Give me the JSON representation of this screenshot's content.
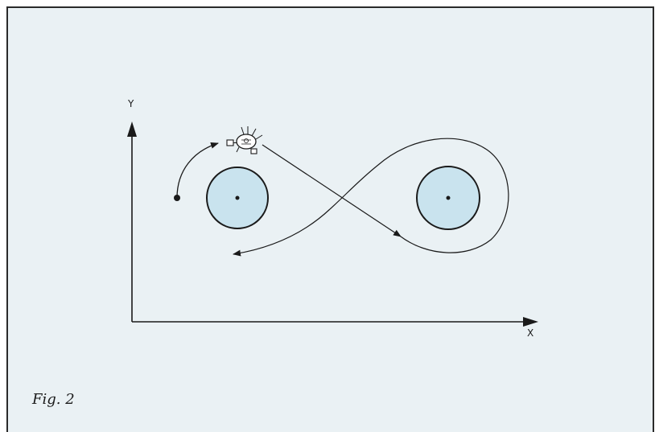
{
  "axes": {
    "x_label": "X",
    "y_label": "Y"
  },
  "caption": "Fig. 2",
  "colors": {
    "background": "#eaf1f4",
    "planet_fill": "#c9e3ee",
    "ink": "#1a1a1a"
  },
  "icons": {
    "satellite": "satellite-icon"
  }
}
